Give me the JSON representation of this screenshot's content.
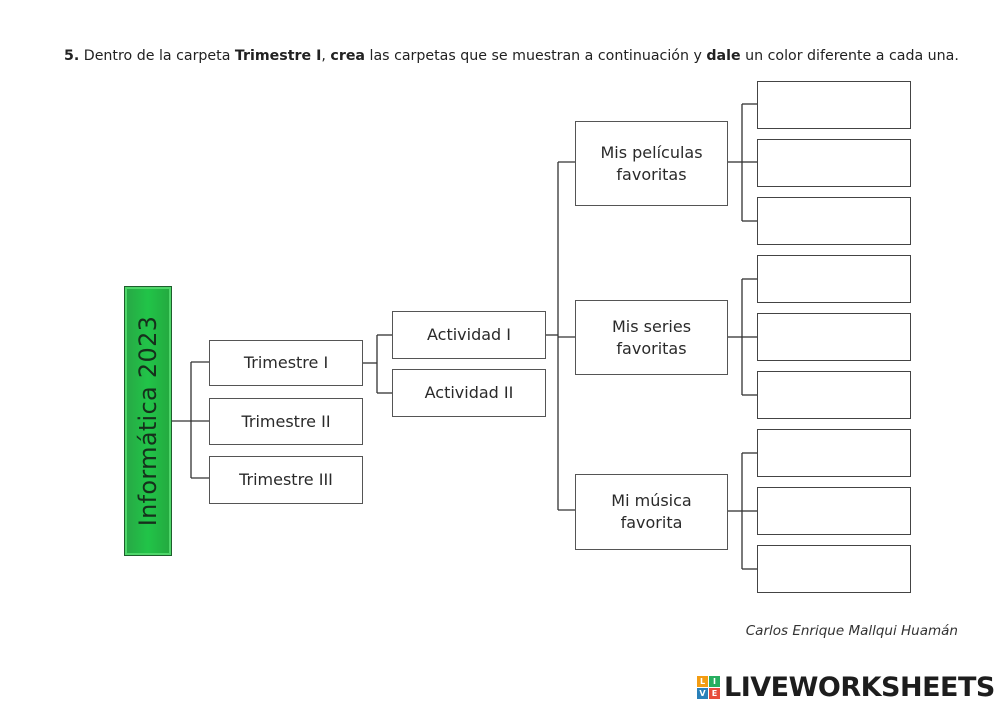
{
  "instruction": {
    "number": "5.",
    "parts": [
      {
        "text": " Dentro de la carpeta ",
        "bold": false
      },
      {
        "text": "Trimestre I",
        "bold": true
      },
      {
        "text": ", ",
        "bold": false
      },
      {
        "text": "crea",
        "bold": true
      },
      {
        "text": " las carpetas que se muestran a continuación y ",
        "bold": false
      },
      {
        "text": "dale",
        "bold": true
      },
      {
        "text": " un color diferente a cada una.",
        "bold": false
      }
    ]
  },
  "root": {
    "label": "Informática 2023",
    "color": "#22b24c"
  },
  "level1": [
    "Trimestre I",
    "Trimestre II",
    "Trimestre III"
  ],
  "level2": [
    "Actividad I",
    "Actividad II"
  ],
  "level3": [
    {
      "label": "Mis películas favoritas",
      "answers": [
        "",
        "",
        ""
      ]
    },
    {
      "label": "Mis series favoritas",
      "answers": [
        "",
        "",
        ""
      ]
    },
    {
      "label": "Mi música favorita",
      "answers": [
        "",
        "",
        ""
      ]
    }
  ],
  "author": "Carlos Enrique Mallqui Huamán",
  "brand": {
    "icon_letters": [
      "L",
      "I",
      "V",
      "E"
    ],
    "icon_colors": [
      "#f39c12",
      "#27ae60",
      "#2980b9",
      "#e74c3c"
    ],
    "text": "LIVEWORKSHEETS"
  }
}
